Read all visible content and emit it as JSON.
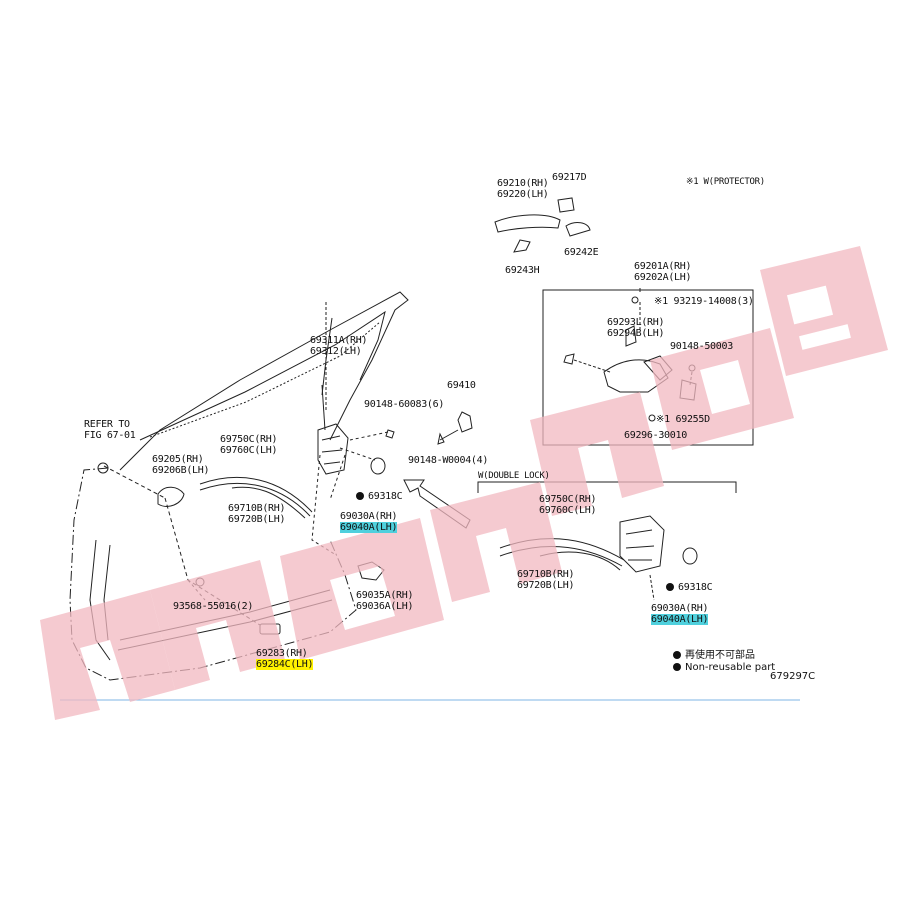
{
  "labels": {
    "refer_to": "REFER TO",
    "fig_ref": "FIG 67-01",
    "part_69205": "69205(RH)",
    "part_69206": "69206B(LH)",
    "part_69750c_a": "69750C(RH)",
    "part_69760c_a": "69760C(LH)",
    "part_69710b_a": "69710B(RH)",
    "part_69720b_a": "69720B(LH)",
    "part_69311a": "69311A(RH)",
    "part_69312": "69312(LH)",
    "part_90148_60083": "90148-60083(6)",
    "part_69410": "69410",
    "part_90148_w0004": "90148-W0004(4)",
    "part_69318c_a": "69318C",
    "part_69030a_a": "69030A(RH)",
    "part_69040a_a": "69040A(LH)",
    "part_93568": "93568-55016(2)",
    "part_69035a": "69035A(RH)",
    "part_69036a": "69036A(LH)",
    "part_69283": "69283(RH)",
    "part_69284c": "69284C(LH)",
    "part_69210": "69210(RH)",
    "part_69220": "69220(LH)",
    "part_69217d": "69217D",
    "part_69243h": "69243H",
    "part_69242e": "69242E",
    "protector_note": "※1 W(PROTECTOR)",
    "part_69201a": "69201A(RH)",
    "part_69202a": "69202A(LH)",
    "part_93219": "※1 93219-14008(3)",
    "part_69293l": "69293L(RH)",
    "part_69294b": "69294B(LH)",
    "part_90148_50003": "90148-50003",
    "part_69255d": "※1 69255D",
    "part_69296": "69296-30010",
    "double_lock": "W(DOUBLE LOCK)",
    "part_69750c_b": "69750C(RH)",
    "part_69760c_b": "69760C(LH)",
    "part_69710b_b": "69710B(RH)",
    "part_69720b_b": "69720B(LH)",
    "part_69318c_b": "69318C",
    "part_69030a_b": "69030A(RH)",
    "part_69040a_b": "69040A(LH)"
  },
  "legend": {
    "jp": "再使用不可部品",
    "en": "Non-reusable part"
  },
  "sheet_id": "679297C",
  "colors": {
    "watermark": "#f2b8c0",
    "line": "#222222",
    "highlight_yellow": "#fff200",
    "highlight_cyan": "#4fd0dd",
    "bottom_rule": "#7fb6e6"
  }
}
